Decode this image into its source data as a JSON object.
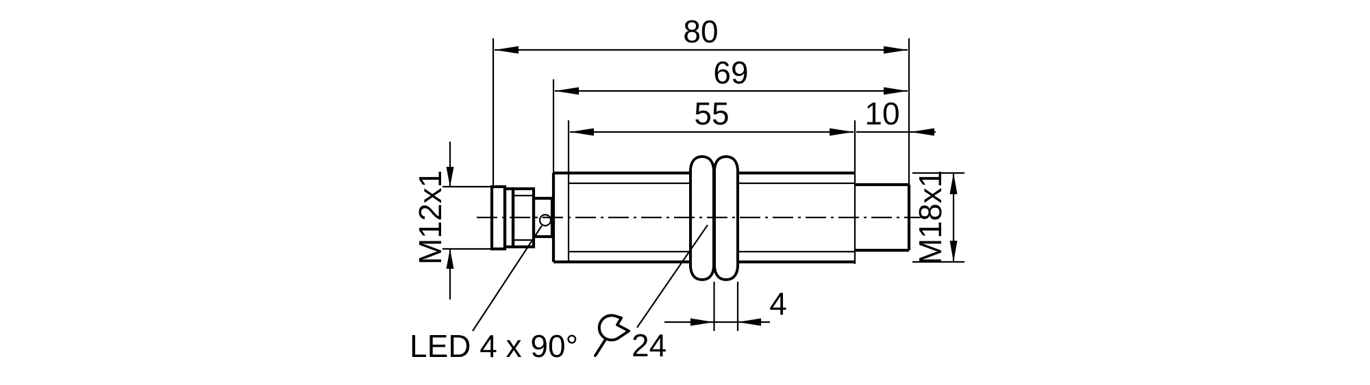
{
  "drawing": {
    "kind": "technical dimension drawing",
    "colors": {
      "line": "#000000",
      "background": "#ffffff"
    },
    "dimensions": {
      "overall_length": "80",
      "housing_length": "69",
      "thread_length": "55",
      "nose_length": "10",
      "locknut_width": "4",
      "connector_thread": "M12x1",
      "housing_thread": "M18x1",
      "wrench_size": "24",
      "led_note": "LED 4 x 90°"
    }
  }
}
